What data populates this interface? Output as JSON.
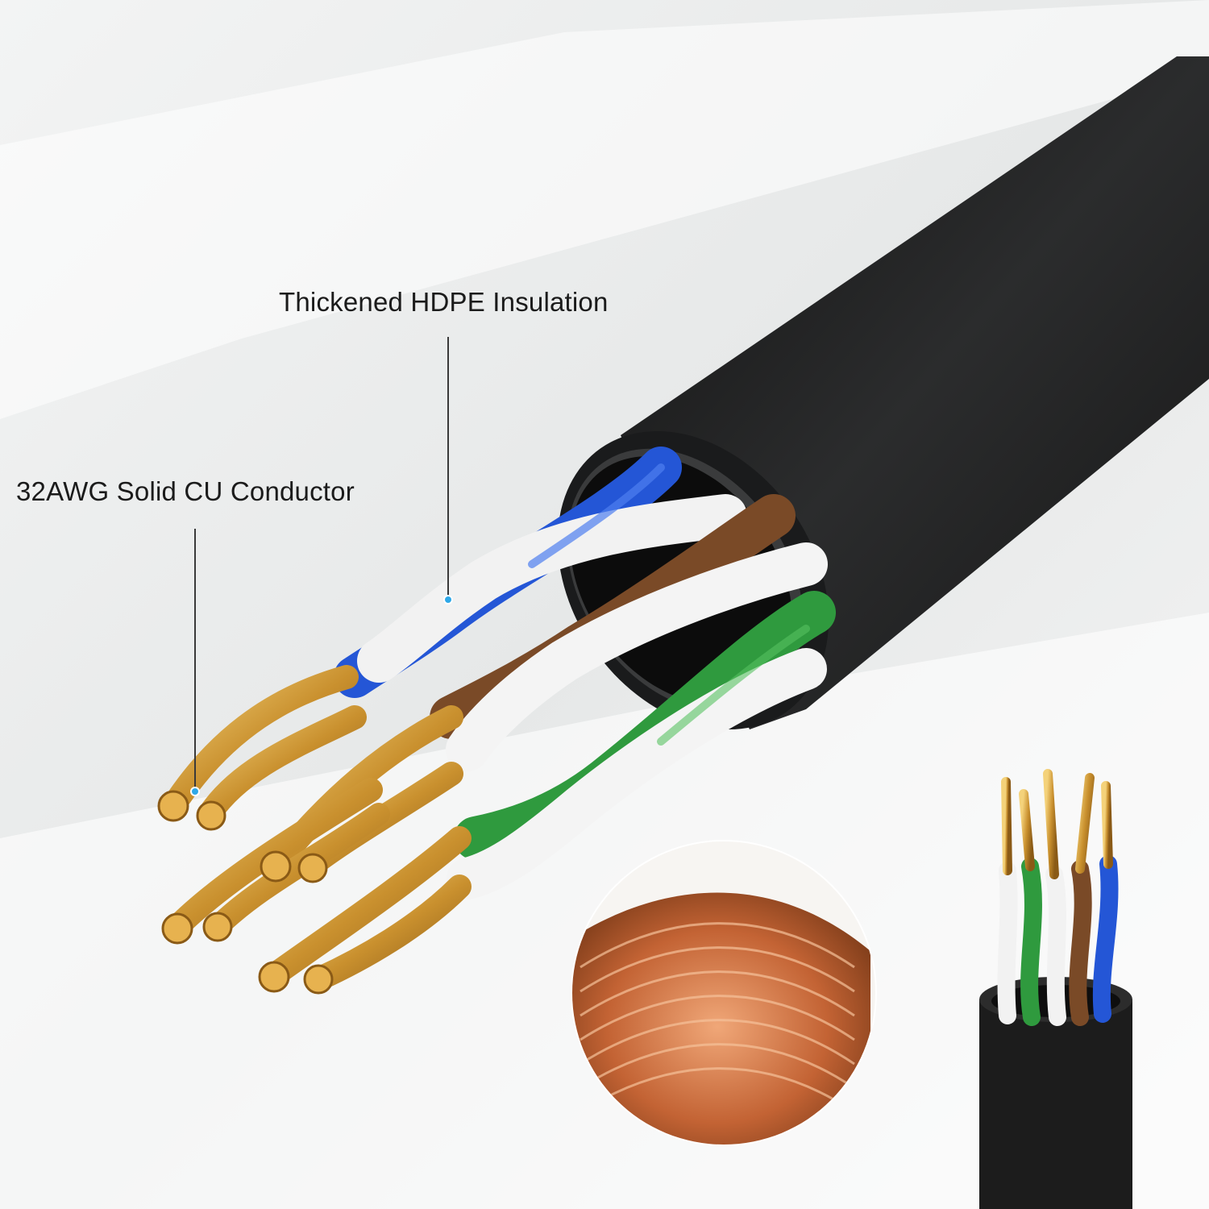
{
  "labels": {
    "insulation": "Thickened HDPE Insulation",
    "conductor": "32AWG Solid CU Conductor"
  },
  "colors": {
    "background": "#eceeee",
    "jacket": "#1e1f20",
    "wire_blue": "#2456d6",
    "wire_brown": "#7a4a27",
    "wire_green": "#2f9a3e",
    "wire_white": "#f4f4f4",
    "copper_gold": "#d9a441",
    "copper_coil": "#c8693a",
    "callout_dot": "#2ea8e8",
    "text": "#1b1b1b"
  },
  "icons": {
    "main": "ethernet-cable-cutaway-illustration",
    "inset_coil": "copper-wire-coil-closeup",
    "inset_cable": "cable-end-view-illustration"
  }
}
